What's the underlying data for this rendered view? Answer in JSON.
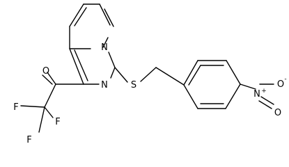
{
  "molecule": {
    "atoms": {
      "n_ring": "N",
      "n_imine": "N",
      "o_ketone": "O",
      "s_thio": "S",
      "f_top": "F",
      "f_left": "F",
      "f_bottom": "F",
      "n_nitro": "N",
      "n_nitro_charge": "+",
      "o_nitro_top": "O",
      "o_nitro_top_charge": "-",
      "o_nitro_bottom": "O"
    }
  }
}
